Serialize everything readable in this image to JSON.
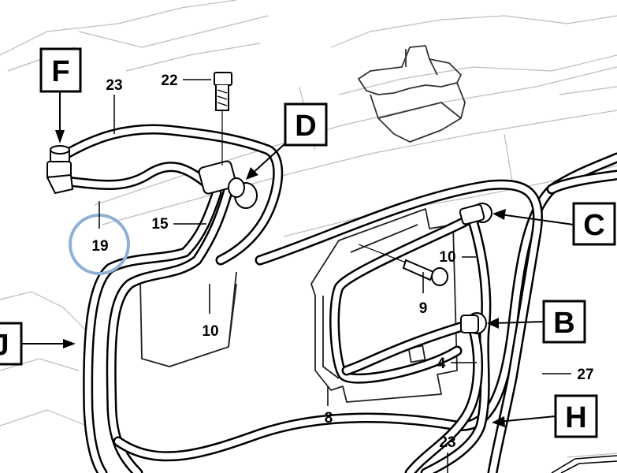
{
  "reference_boxes": {
    "F": "F",
    "D": "D",
    "C": "C",
    "B": "B",
    "H": "H",
    "J": "J"
  },
  "callouts": {
    "n23_top": "23",
    "n22": "22",
    "n15": "15",
    "n19": "19",
    "n10_left": "10",
    "n10_right": "10",
    "n9": "9",
    "n4": "4",
    "n8": "8",
    "n27": "27",
    "n23_bottom": "23"
  },
  "colors": {
    "line": "#000000",
    "highlight_circle": "#8fb0d3",
    "background": "#ffffff",
    "faint": "#bbbbbb"
  }
}
